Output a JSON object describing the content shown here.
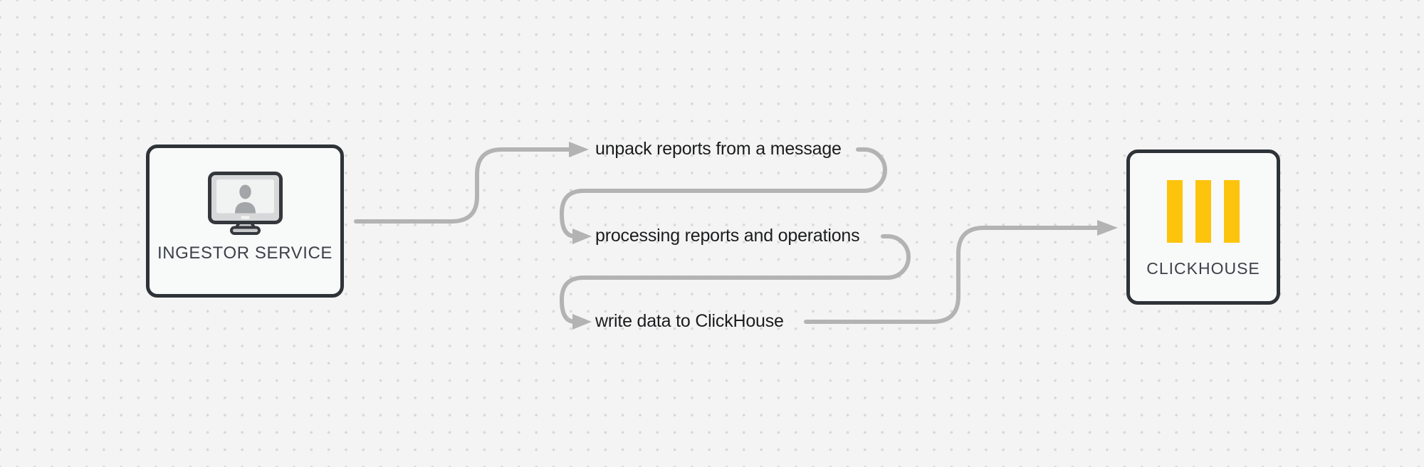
{
  "colors": {
    "canvas-bg": "#f4f4f4",
    "dot": "#d9d9d9",
    "connector": "#b3b3b3",
    "node-border": "#2e3338",
    "node-bg": "#f8f9f9",
    "node-label": "#3d4248",
    "step-text": "#1b1c1e",
    "clickhouse-yellow": "#fdc40d"
  },
  "nodes": {
    "ingestor": {
      "label": "INGESTOR SERVICE",
      "icon": "monitor-user-icon"
    },
    "clickhouse": {
      "label": "CLICKHOUSE",
      "icon": "clickhouse-logo-icon"
    }
  },
  "steps": [
    {
      "label": "unpack reports from a message"
    },
    {
      "label": "processing reports and operations"
    },
    {
      "label": "write data to ClickHouse"
    }
  ]
}
